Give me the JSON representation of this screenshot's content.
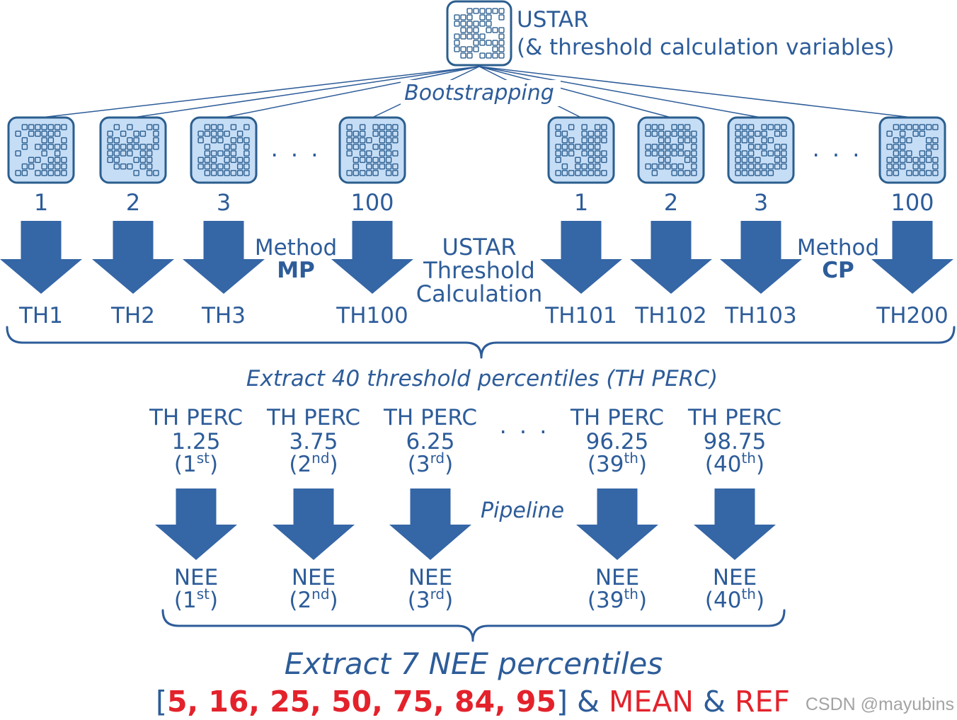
{
  "source": {
    "title": "USTAR",
    "subtitle": "(& threshold calculation variables)"
  },
  "bootstrapping_label": "Bootstrapping",
  "ellipsis": ". . .",
  "samples": [
    {
      "number": "1",
      "threshold": "TH1"
    },
    {
      "number": "2",
      "threshold": "TH2"
    },
    {
      "number": "3",
      "threshold": "TH3"
    },
    {
      "number": "100",
      "threshold": "TH100"
    },
    {
      "number": "1",
      "threshold": "TH101"
    },
    {
      "number": "2",
      "threshold": "TH102"
    },
    {
      "number": "3",
      "threshold": "TH103"
    },
    {
      "number": "100",
      "threshold": "TH200"
    }
  ],
  "method_mp": {
    "line1": "Method",
    "line2": "MP"
  },
  "method_cp": {
    "line1": "Method",
    "line2": "CP"
  },
  "threshold_calc": [
    "USTAR",
    "Threshold",
    "Calculation"
  ],
  "extract_th_label": "Extract 40 threshold percentiles (TH PERC)",
  "percentiles": [
    {
      "label": "TH PERC",
      "value": "1.25",
      "ord": {
        "pre": "(1",
        "sup": "st",
        "post": ")"
      }
    },
    {
      "label": "TH PERC",
      "value": "3.75",
      "ord": {
        "pre": "(2",
        "sup": "nd",
        "post": ")"
      }
    },
    {
      "label": "TH PERC",
      "value": "6.25",
      "ord": {
        "pre": "(3",
        "sup": "rd",
        "post": ")"
      }
    },
    {
      "label": "TH PERC",
      "value": "96.25",
      "ord": {
        "pre": "(39",
        "sup": "th",
        "post": ")"
      }
    },
    {
      "label": "TH PERC",
      "value": "98.75",
      "ord": {
        "pre": "(40",
        "sup": "th",
        "post": ")"
      }
    }
  ],
  "pipeline_label": "Pipeline",
  "nee": [
    {
      "label": "NEE",
      "ord": {
        "pre": "(1",
        "sup": "st",
        "post": ")"
      }
    },
    {
      "label": "NEE",
      "ord": {
        "pre": "(2",
        "sup": "nd",
        "post": ")"
      }
    },
    {
      "label": "NEE",
      "ord": {
        "pre": "(3",
        "sup": "rd",
        "post": ")"
      }
    },
    {
      "label": "NEE",
      "ord": {
        "pre": "(39",
        "sup": "th",
        "post": ")"
      }
    },
    {
      "label": "NEE",
      "ord": {
        "pre": "(40",
        "sup": "th",
        "post": ")"
      }
    }
  ],
  "extract_nee_label": "Extract 7 NEE percentiles",
  "nee_percentiles": {
    "open": "[",
    "values": "5, 16, 25, 50, 75, 84, 95",
    "close": "]",
    "and1": " & ",
    "mean": "MEAN",
    "and2": " & ",
    "ref": "REF"
  },
  "watermark": "CSDN @mayubins",
  "icons": {
    "source": "dataset-grid-icon",
    "sample": "bootstrap-sample-grid-icon",
    "arrow": "down-arrow-icon"
  },
  "colors": {
    "text": "#2d5c99",
    "arrow": "#3566a6",
    "icon_border": "#2b5e8e",
    "icon_fill": "#c6ddf6",
    "source_icon_fill": "#ffffff",
    "highlight": "#e3222b",
    "watermark": "#a3a3a3"
  }
}
